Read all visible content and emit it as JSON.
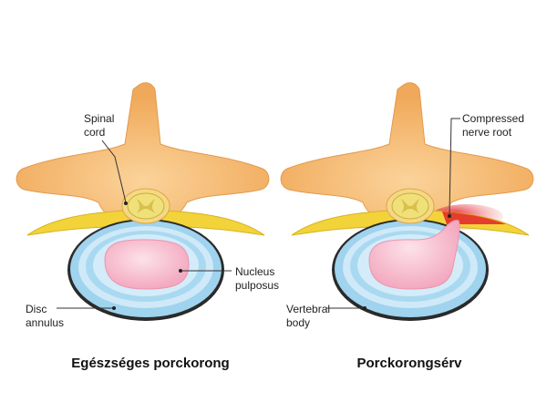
{
  "healthy": {
    "labels": {
      "spinal_cord": [
        "Spinal",
        "cord"
      ],
      "nucleus_pulposus": [
        "Nucleus",
        "pulposus"
      ],
      "disc_annulus": [
        "Disc",
        "annulus"
      ]
    },
    "caption": "Egészséges porckorong"
  },
  "herniated": {
    "labels": {
      "compressed_nerve_root": [
        "Compressed",
        "nerve root"
      ],
      "vertebral_body": [
        "Vertebral",
        "body"
      ]
    },
    "caption": "Porckorongsérv"
  },
  "colors": {
    "bone": "#f5bb6e",
    "bone_shade": "#e89a45",
    "nerve": "#f3d33a",
    "cord": "#efe07a",
    "disc_blue": "#9fd3ee",
    "disc_light": "#cfe9f8",
    "nucleus": "#f7c2d2",
    "inflamed": "#e2222b"
  }
}
